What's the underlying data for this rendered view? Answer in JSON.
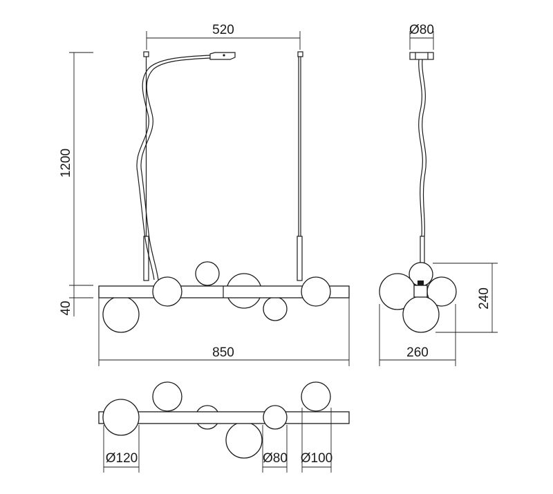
{
  "dimensions": {
    "suspension_spacing": "520",
    "drop_height": "1200",
    "bar_height": "40",
    "overall_length": "850",
    "canopy_diameter": "Ø80",
    "side_height": "240",
    "side_width": "260",
    "globe_large": "Ø120",
    "globe_small": "Ø80",
    "globe_medium": "Ø100"
  }
}
